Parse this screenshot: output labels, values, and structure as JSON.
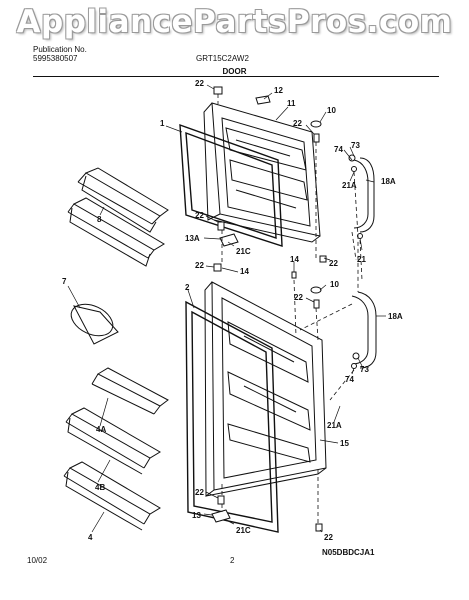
{
  "watermark": "AppliancePartsPros.com",
  "header": {
    "pub_label": "Publication No.",
    "pub_number": "5995380507",
    "model": "GRT15C2AW2",
    "section": "DOOR"
  },
  "callouts": {
    "c22a": "22",
    "c12": "12",
    "c11": "11",
    "c10a": "10",
    "c22b": "22",
    "c1": "1",
    "c74a": "74",
    "c73a": "73",
    "c18Aa": "18A",
    "c21Aa": "21A",
    "c8": "8",
    "c22c": "22",
    "c13A": "13A",
    "c21Ca": "21C",
    "c22d": "22",
    "c21": "21",
    "c22e": "22",
    "c14a": "14",
    "c14b": "14",
    "c7": "7",
    "c2": "2",
    "c22f": "22",
    "c10b": "10",
    "c18Ab": "18A",
    "c74b": "74",
    "c73b": "73",
    "c4A": "4A",
    "c21Ab": "21A",
    "c15": "15",
    "c4B": "4B",
    "c4": "4",
    "c22g": "22",
    "c13": "13",
    "c21Cb": "21C",
    "c22h": "22"
  },
  "footer": {
    "date": "10/02",
    "page": "2",
    "code": "N05DBDCJA1"
  }
}
